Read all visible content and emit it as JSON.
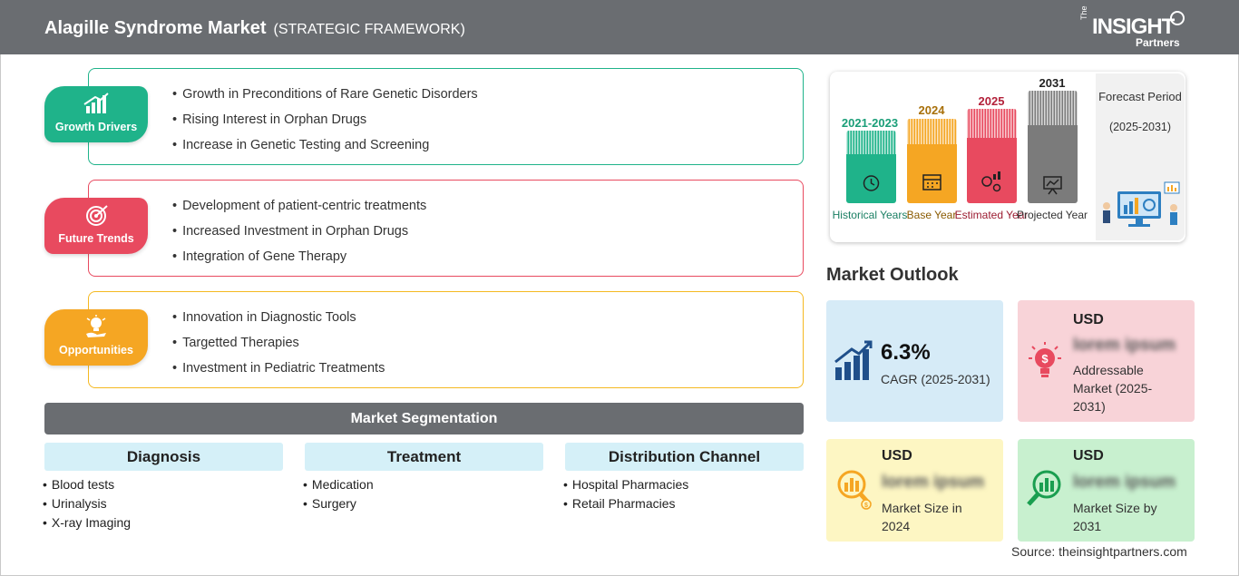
{
  "header": {
    "title": "Alagille Syndrome Market",
    "subtitle": "(STRATEGIC FRAMEWORK)",
    "logo": {
      "the": "The",
      "brand": "INSIGHT",
      "partners": "Partners"
    }
  },
  "strategic": {
    "growth_drivers": {
      "label": "Growth Drivers",
      "color": "#1fb38a",
      "items": [
        "Growth in Preconditions of Rare Genetic Disorders",
        "Rising Interest in Orphan Drugs",
        "Increase in Genetic Testing and Screening"
      ]
    },
    "future_trends": {
      "label": "Future Trends",
      "color": "#e84a5f",
      "items": [
        "Development of patient-centric treatments",
        "Increased Investment in Orphan Drugs",
        "Integration of Gene Therapy"
      ]
    },
    "opportunities": {
      "label": "Opportunities",
      "color": "#f5a623",
      "items": [
        "Innovation in Diagnostic Tools",
        "Targetted Therapies",
        "Investment in Pediatric Treatments"
      ]
    }
  },
  "segmentation": {
    "title": "Market Segmentation",
    "columns": [
      {
        "heading": "Diagnosis",
        "items": [
          "Blood tests",
          "Urinalysis",
          "X-ray Imaging"
        ]
      },
      {
        "heading": "Treatment",
        "items": [
          "Medication",
          "Surgery"
        ]
      },
      {
        "heading": "Distribution Channel",
        "items": [
          "Hospital Pharmacies",
          "Retail Pharmacies"
        ]
      }
    ]
  },
  "timeline": {
    "bars": [
      {
        "year": "2021-2023",
        "caption": "Historical Years",
        "color": "#1fb38a",
        "icon": "history-clock-icon"
      },
      {
        "year": "2024",
        "caption": "Base Year",
        "color": "#f5a623",
        "icon": "calendar-icon"
      },
      {
        "year": "2025",
        "caption": "Estimated Year",
        "color": "#e84a5f",
        "icon": "gears-chart-icon"
      },
      {
        "year": "2031",
        "caption": "Projected Year",
        "color": "#7b7b7b",
        "icon": "presentation-chart-icon"
      }
    ],
    "forecast_title": "Forecast Period",
    "forecast_range": "(2025-2031)"
  },
  "outlook": {
    "title": "Market Outlook",
    "cagr": {
      "value": "6.3%",
      "label": "CAGR (2025-2031)",
      "bg": "#d6ebf7"
    },
    "addressable": {
      "usd": "USD",
      "value": "lorem ipsum",
      "label": "Addressable Market (2025-2031)",
      "bg": "#f8d3d8"
    },
    "size_2024": {
      "usd": "USD",
      "value": "lorem ipsum",
      "label": "Market Size in 2024",
      "bg": "#fdf6c3"
    },
    "size_2031": {
      "usd": "USD",
      "value": "lorem ipsum",
      "label": "Market Size by 2031",
      "bg": "#c8f0cf"
    }
  },
  "source": "Source: theinsightpartners.com"
}
